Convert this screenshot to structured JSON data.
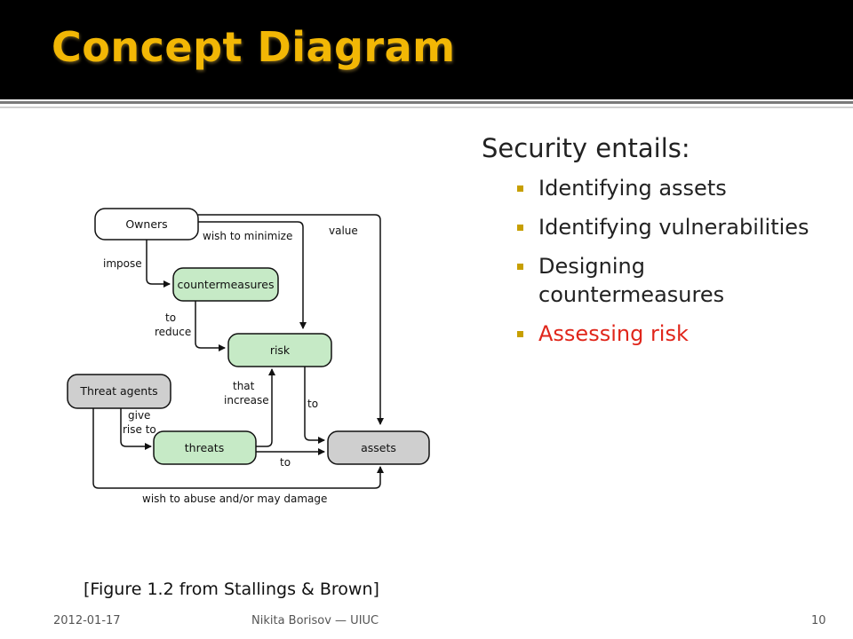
{
  "slide": {
    "title": "Concept Diagram",
    "lead": "Security entails:",
    "bullets": [
      {
        "text": "Identifying assets",
        "highlight": false
      },
      {
        "text": "Identifying vulnerabilities",
        "highlight": false
      },
      {
        "text": "Designing countermeasures",
        "highlight": false
      },
      {
        "text": "Assessing risk",
        "highlight": true
      }
    ],
    "caption": "[Figure 1.2 from Stallings & Brown]"
  },
  "footer": {
    "date": "2012-01-17",
    "author": "Nikita Borisov — UIUC",
    "page": "10"
  },
  "diagram": {
    "nodes": {
      "owners": "Owners",
      "countermeasures": "countermeasures",
      "risk": "risk",
      "threat_agents": "Threat agents",
      "threats": "threats",
      "assets": "assets"
    },
    "edges": {
      "wish_to_minimize": "wish to minimize",
      "value": "value",
      "impose": "impose",
      "to_reduce_1": "to",
      "to_reduce_2": "reduce",
      "that_increase_1": "that",
      "that_increase_2": "increase",
      "to_risk_assets": "to",
      "give_rise_1": "give",
      "give_rise_2": "rise to",
      "to_threats_assets": "to",
      "wish_to_abuse": "wish to abuse and/or may damage"
    }
  },
  "colors": {
    "title": "#f2b705",
    "title_bar": "#000000",
    "bullet_marker": "#c79f00",
    "highlight_text": "#e0261b",
    "green_node": "#c6eac6",
    "gray_node": "#cfcfcf",
    "white_node": "#ffffff"
  }
}
